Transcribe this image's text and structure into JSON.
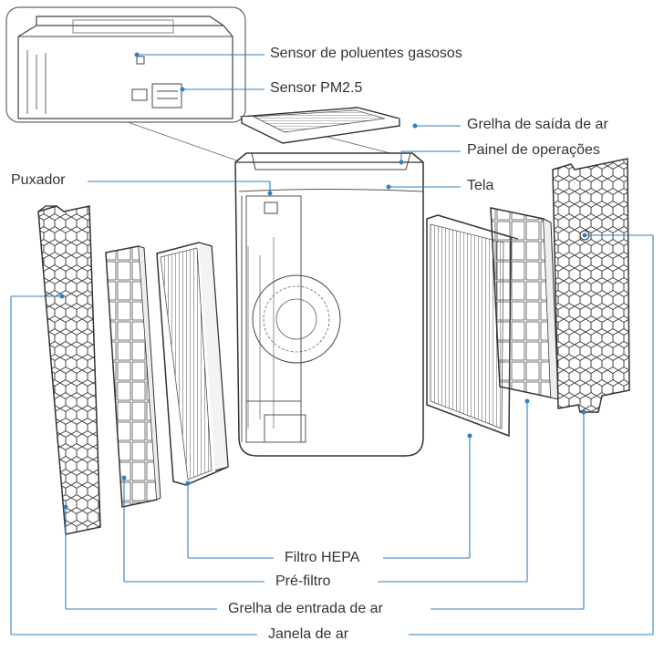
{
  "labels": {
    "sensor_gases": "Sensor de poluentes gasosos",
    "sensor_pm25": "Sensor PM2.5",
    "outlet_grille": "Grelha de saída de ar",
    "operation_panel": "Painel de operações",
    "screen": "Tela",
    "handle": "Puxador",
    "hepa_filter": "Filtro HEPA",
    "pre_filter": "Pré-filtro",
    "inlet_grille": "Grelha de entrada de ar",
    "air_window": "Janela de ar"
  },
  "colors": {
    "line": "#2f7fc1",
    "stroke": "#333333",
    "text": "#333333"
  }
}
